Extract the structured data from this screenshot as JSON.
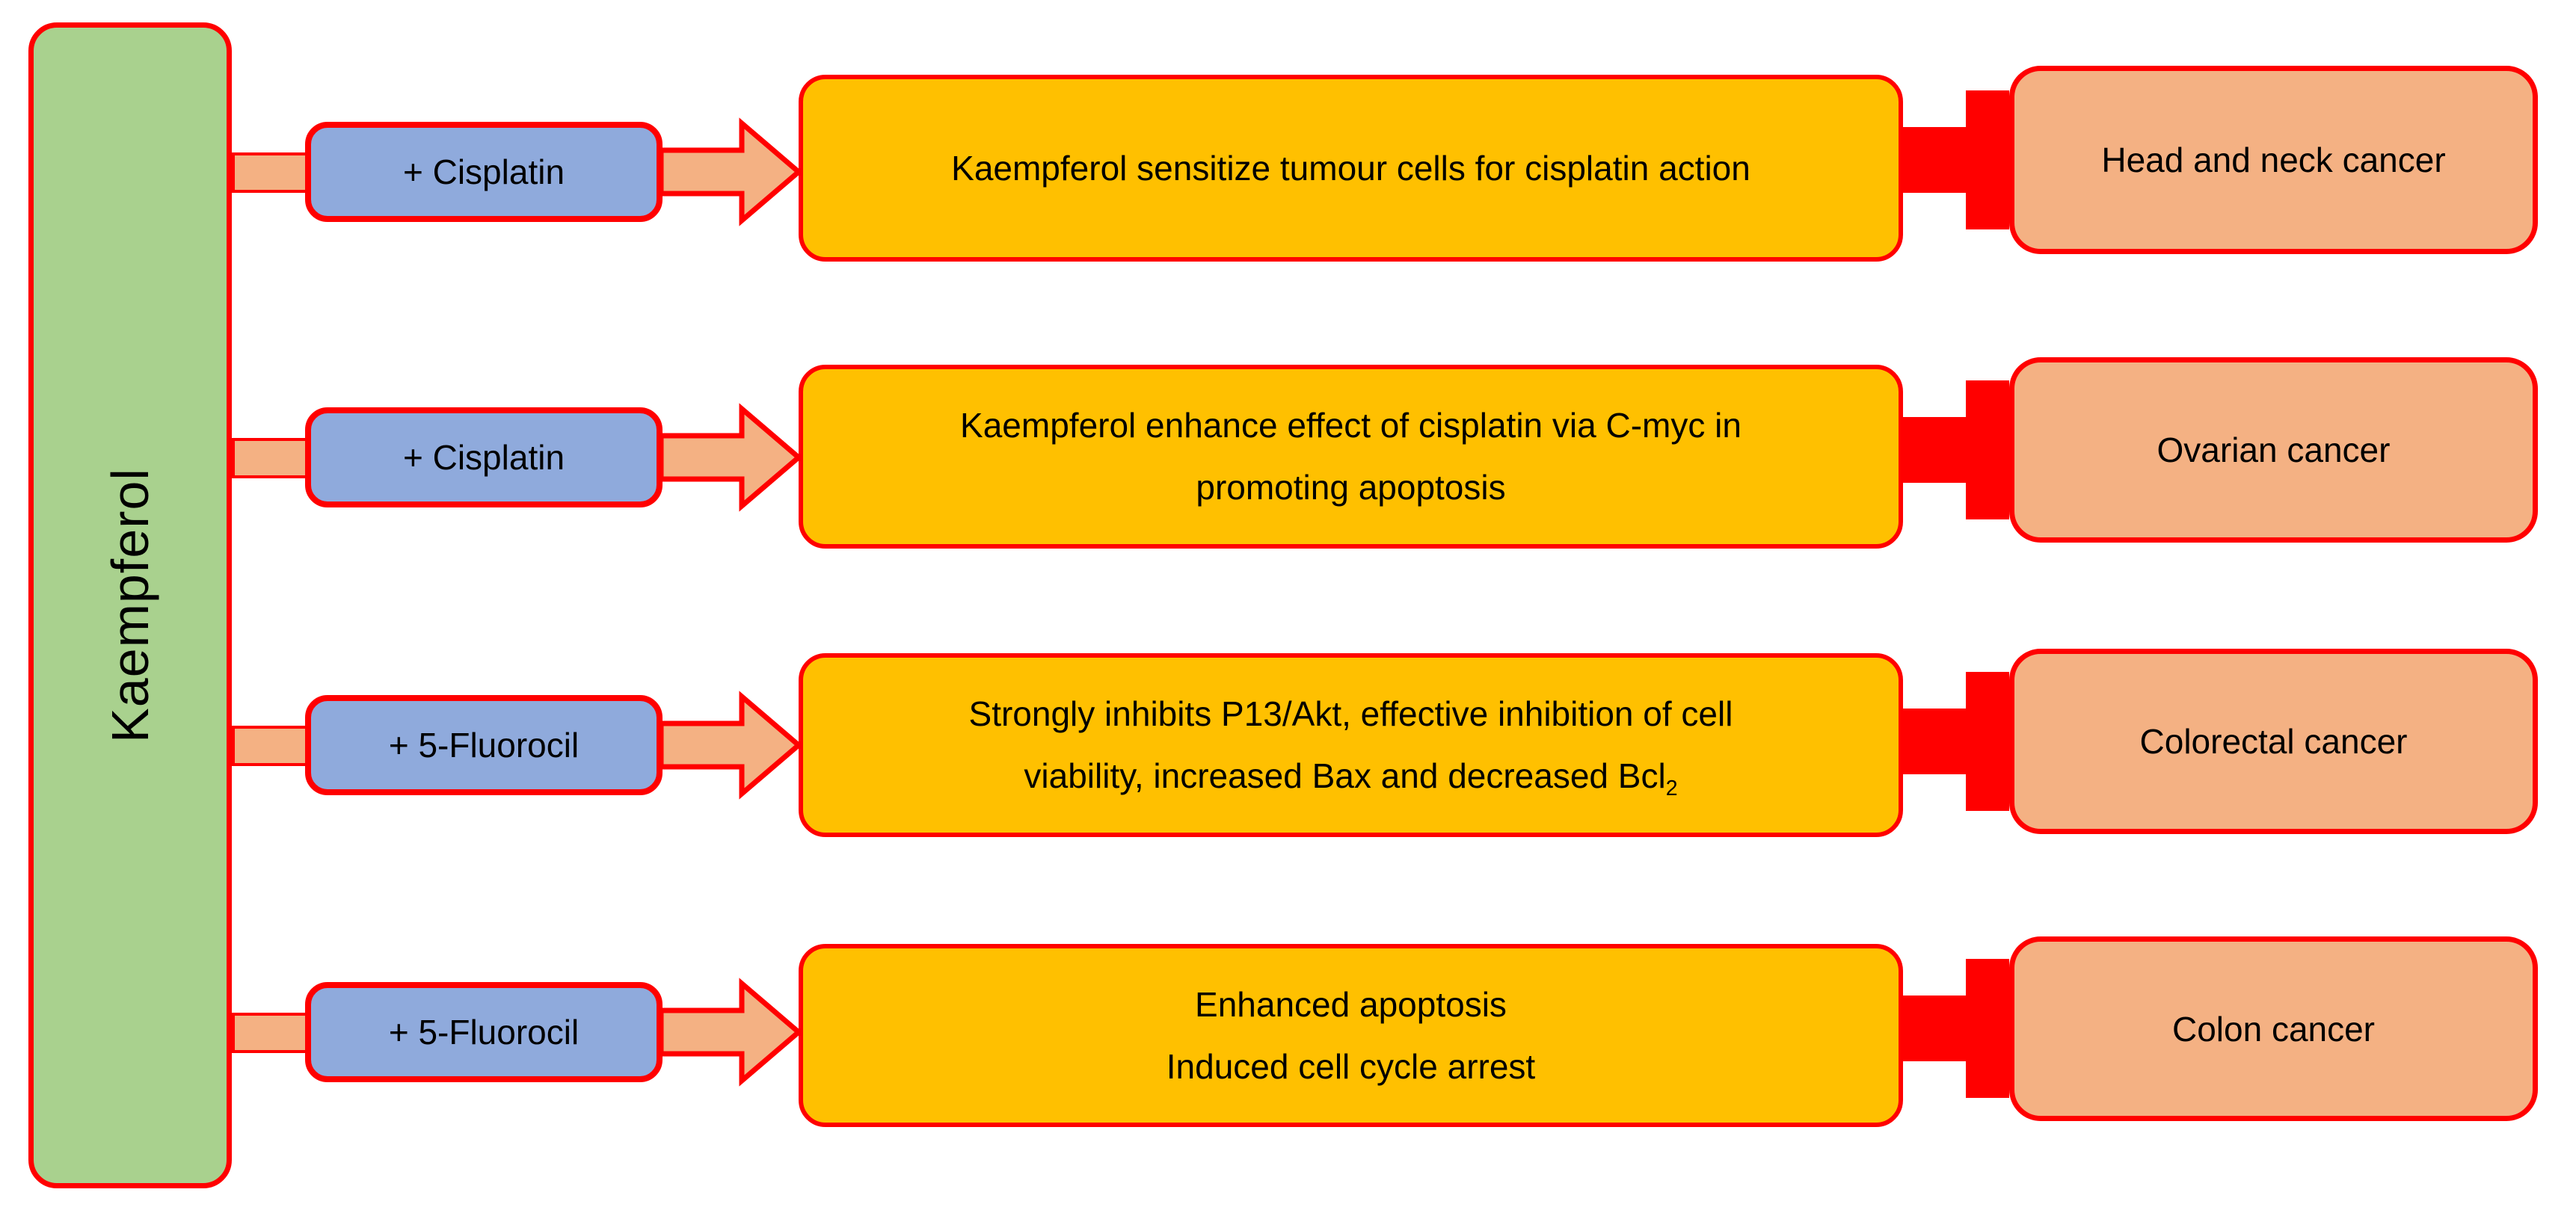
{
  "diagram": {
    "type": "flow-diagram",
    "topic": "Kaempferol drug-combination effects on cancers"
  },
  "source": {
    "label": "Kaempferol"
  },
  "colors": {
    "source_fill": "#A9D18E",
    "drug_fill": "#8FAADC",
    "effect_fill": "#FFC000",
    "cancer_fill": "#F4B183",
    "arrow_fill": "#F4B183",
    "border_and_inhibitor": "#FF0000",
    "text": "#000000",
    "background": "#FFFFFF"
  },
  "connectors": {
    "left_connector": "plain-stub",
    "middle_connector": "block-arrow-right",
    "right_connector": "inhibition-t-bar"
  },
  "rows": [
    {
      "drug": "+ Cisplatin",
      "effect_lines": [
        "Kaempferol sensitize tumour cells for cisplatin action"
      ],
      "cancer": "Head and neck cancer"
    },
    {
      "drug": "+ Cisplatin",
      "effect_lines": [
        "Kaempferol enhance effect of cisplatin via C-myc in",
        "promoting apoptosis"
      ],
      "cancer": "Ovarian cancer"
    },
    {
      "drug": "+ 5-Fluorocil",
      "effect_lines": [
        "Strongly inhibits P13/Akt, effective inhibition of cell",
        "viability, increased Bax and decreased Bcl"
      ],
      "effect_subscript": "2",
      "cancer": "Colorectal cancer"
    },
    {
      "drug": "+ 5-Fluorocil",
      "effect_lines": [
        "Enhanced apoptosis",
        "Induced cell cycle arrest"
      ],
      "cancer": "Colon cancer"
    }
  ]
}
